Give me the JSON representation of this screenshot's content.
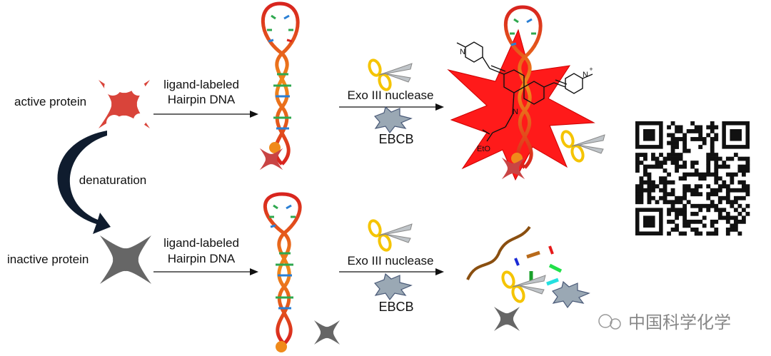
{
  "labels": {
    "active_protein": "active  protein",
    "inactive_protein": "inactive protein",
    "denaturation": "denaturation",
    "hairpin_top_line1": "ligand-labeled",
    "hairpin_top_line2": "Hairpin DNA",
    "hairpin_bottom_line1": "ligand-labeled",
    "hairpin_bottom_line2": "Hairpin DNA",
    "exo_top": "Exo III nuclease",
    "exo_bottom": "Exo III nuclease",
    "ebcb_top": "EBCB",
    "ebcb_bottom": "EBCB",
    "molecule_n_left": "N",
    "molecule_n_right": "N",
    "molecule_n_center": "N",
    "molecule_plus": "+",
    "molecule_eto": "EtO"
  },
  "watermark": {
    "text": "中国科学化学"
  },
  "colors": {
    "active_protein": "#d9443a",
    "inactive_protein": "#666666",
    "star_burst": "#ff1a1a",
    "ebcb_star": "#9aa8b4",
    "arrow": "#111111",
    "curved_arrow": "#0f1c2e",
    "dna_orange": "#f08a1a",
    "dna_red": "#d8231e",
    "scissor_yellow": "#f5c400",
    "scissor_blade": "#bfc4c8"
  }
}
